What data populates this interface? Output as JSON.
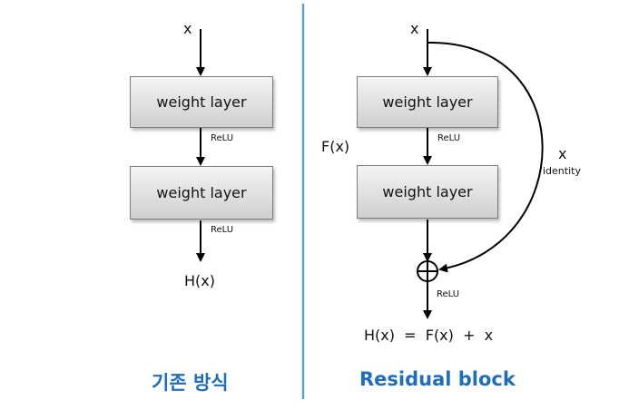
{
  "left": {
    "input": "x",
    "layer1": "weight layer",
    "relu1": "ReLU",
    "layer2": "weight layer",
    "relu2": "ReLU",
    "output": "H(x)",
    "caption": "기존 방식"
  },
  "right": {
    "input": "x",
    "layer1": "weight layer",
    "relu1": "ReLU",
    "fx_label": "F(x)",
    "layer2": "weight layer",
    "skip_x": "x",
    "skip_identity": "identity",
    "relu_out": "ReLU",
    "output": "H(x)  =  F(x)  +  x",
    "caption": "Residual block"
  },
  "colors": {
    "divider": "#5ba3d0",
    "caption": "#1f6dbb"
  }
}
